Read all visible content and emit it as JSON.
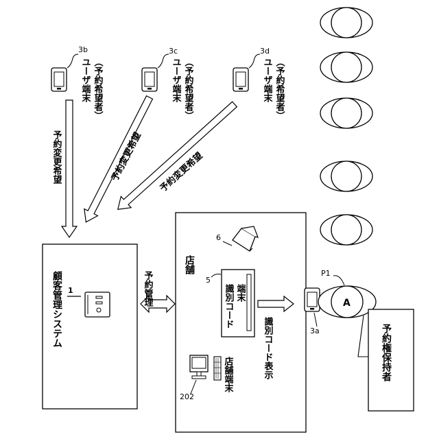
{
  "terminals": {
    "t3b": {
      "ref": "3b",
      "line1": "ユーザ端末",
      "line2": "（予約希望者）"
    },
    "t3c": {
      "ref": "3c",
      "line1": "ユーザ端末",
      "line2": "（予約希望者）"
    },
    "t3d": {
      "ref": "3d",
      "line1": "ユーザ端末",
      "line2": "（予約希望者）"
    }
  },
  "arrows": {
    "a1": "予約変更希望",
    "a2": "予約変更希望",
    "a3": "予約変更希望",
    "management": "予約管理",
    "code_display": "識別コード表示"
  },
  "system": {
    "ref": "1",
    "label": "顧客管理システム"
  },
  "store": {
    "label": "店舗",
    "id_terminal_ref": "5",
    "id_terminal_line1": "識別コード",
    "id_terminal_line2": "端末",
    "camera_ref": "6",
    "pc_ref": "202",
    "pc_label": "店舗端末"
  },
  "holder": {
    "ref": "P1",
    "phone_ref": "3a",
    "badge": "A",
    "callout": "予約権保持者"
  }
}
